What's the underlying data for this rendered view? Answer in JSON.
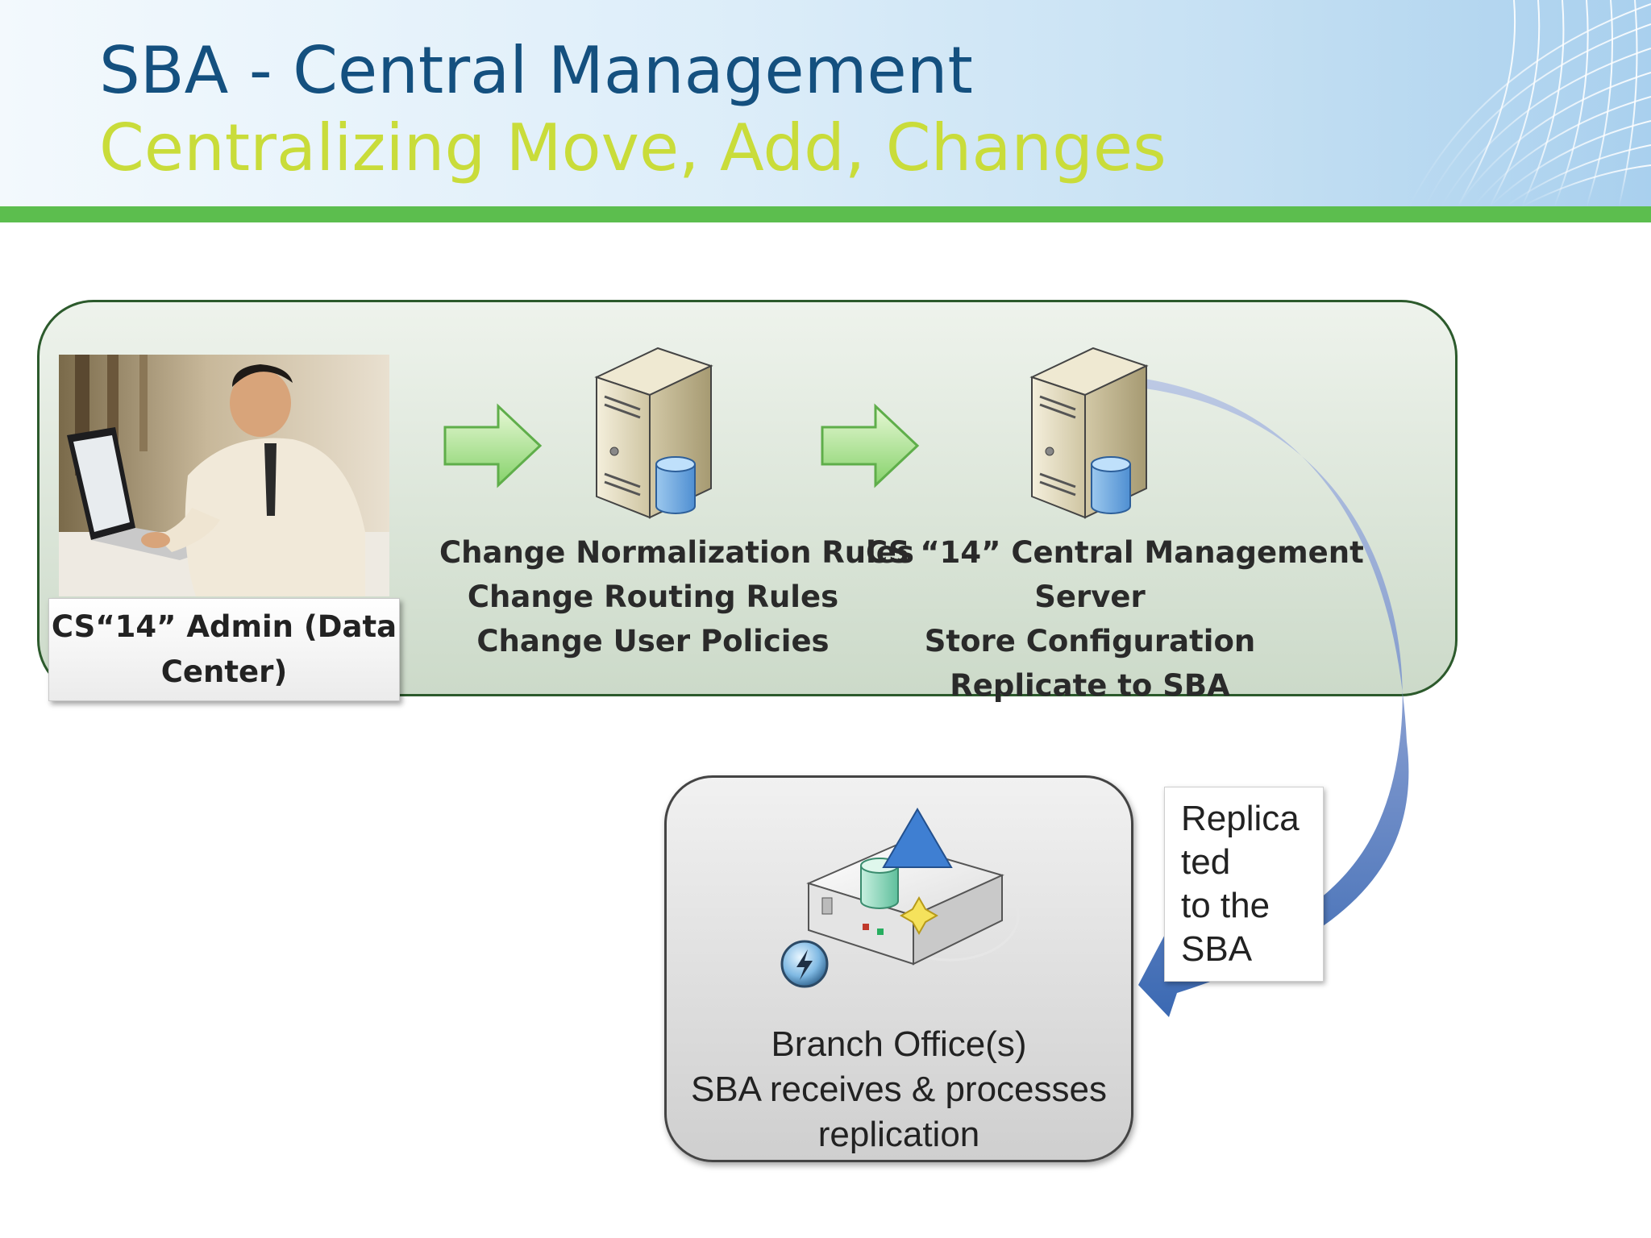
{
  "slide": {
    "title": "SBA - Central Management",
    "subtitle": "Centralizing Move, Add, Changes"
  },
  "admin": {
    "label": "CS“14” Admin (Data Center)"
  },
  "changes": {
    "lines": [
      "Change Normalization Rules",
      "Change Routing Rules",
      "Change User Policies"
    ]
  },
  "cms": {
    "lines": [
      "CS “14” Central Management",
      "Server",
      "Store Configuration",
      "Replicate to SBA"
    ]
  },
  "replicated": {
    "lines": [
      "Replica",
      "ted",
      "to the",
      "SBA"
    ]
  },
  "branch": {
    "lines": [
      "Branch Office(s)",
      "SBA receives & processes",
      "replication"
    ]
  },
  "colors": {
    "title": "#14507f",
    "subtitle": "#c9dc3a",
    "band": "#5cbe4e",
    "panel_border": "#2c5a2c",
    "curve_arrow": "#2f62ad"
  },
  "icons": [
    "person-at-laptop-photo",
    "arrow-right-icon",
    "server-icon",
    "database-icon",
    "sba-appliance-icon",
    "lightning-badge-icon",
    "curved-arrow"
  ]
}
